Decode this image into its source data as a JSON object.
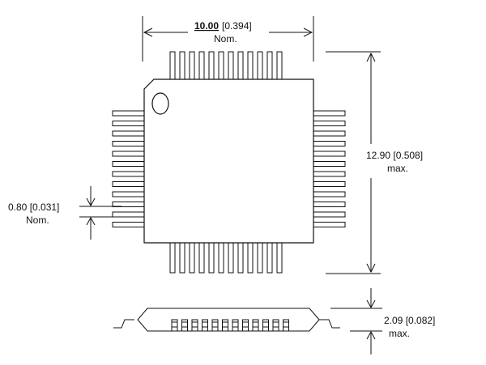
{
  "dims": {
    "width": {
      "value": "10.00",
      "inch": "[0.394]",
      "note": "Nom."
    },
    "height": {
      "value": "12.90 [0.508]",
      "note": "max."
    },
    "pitch": {
      "value": "0.80 [0.031]",
      "note": "Nom."
    },
    "thickness": {
      "value": "2.09 [0.082]",
      "note": "max."
    }
  },
  "pins_per_side": 12
}
